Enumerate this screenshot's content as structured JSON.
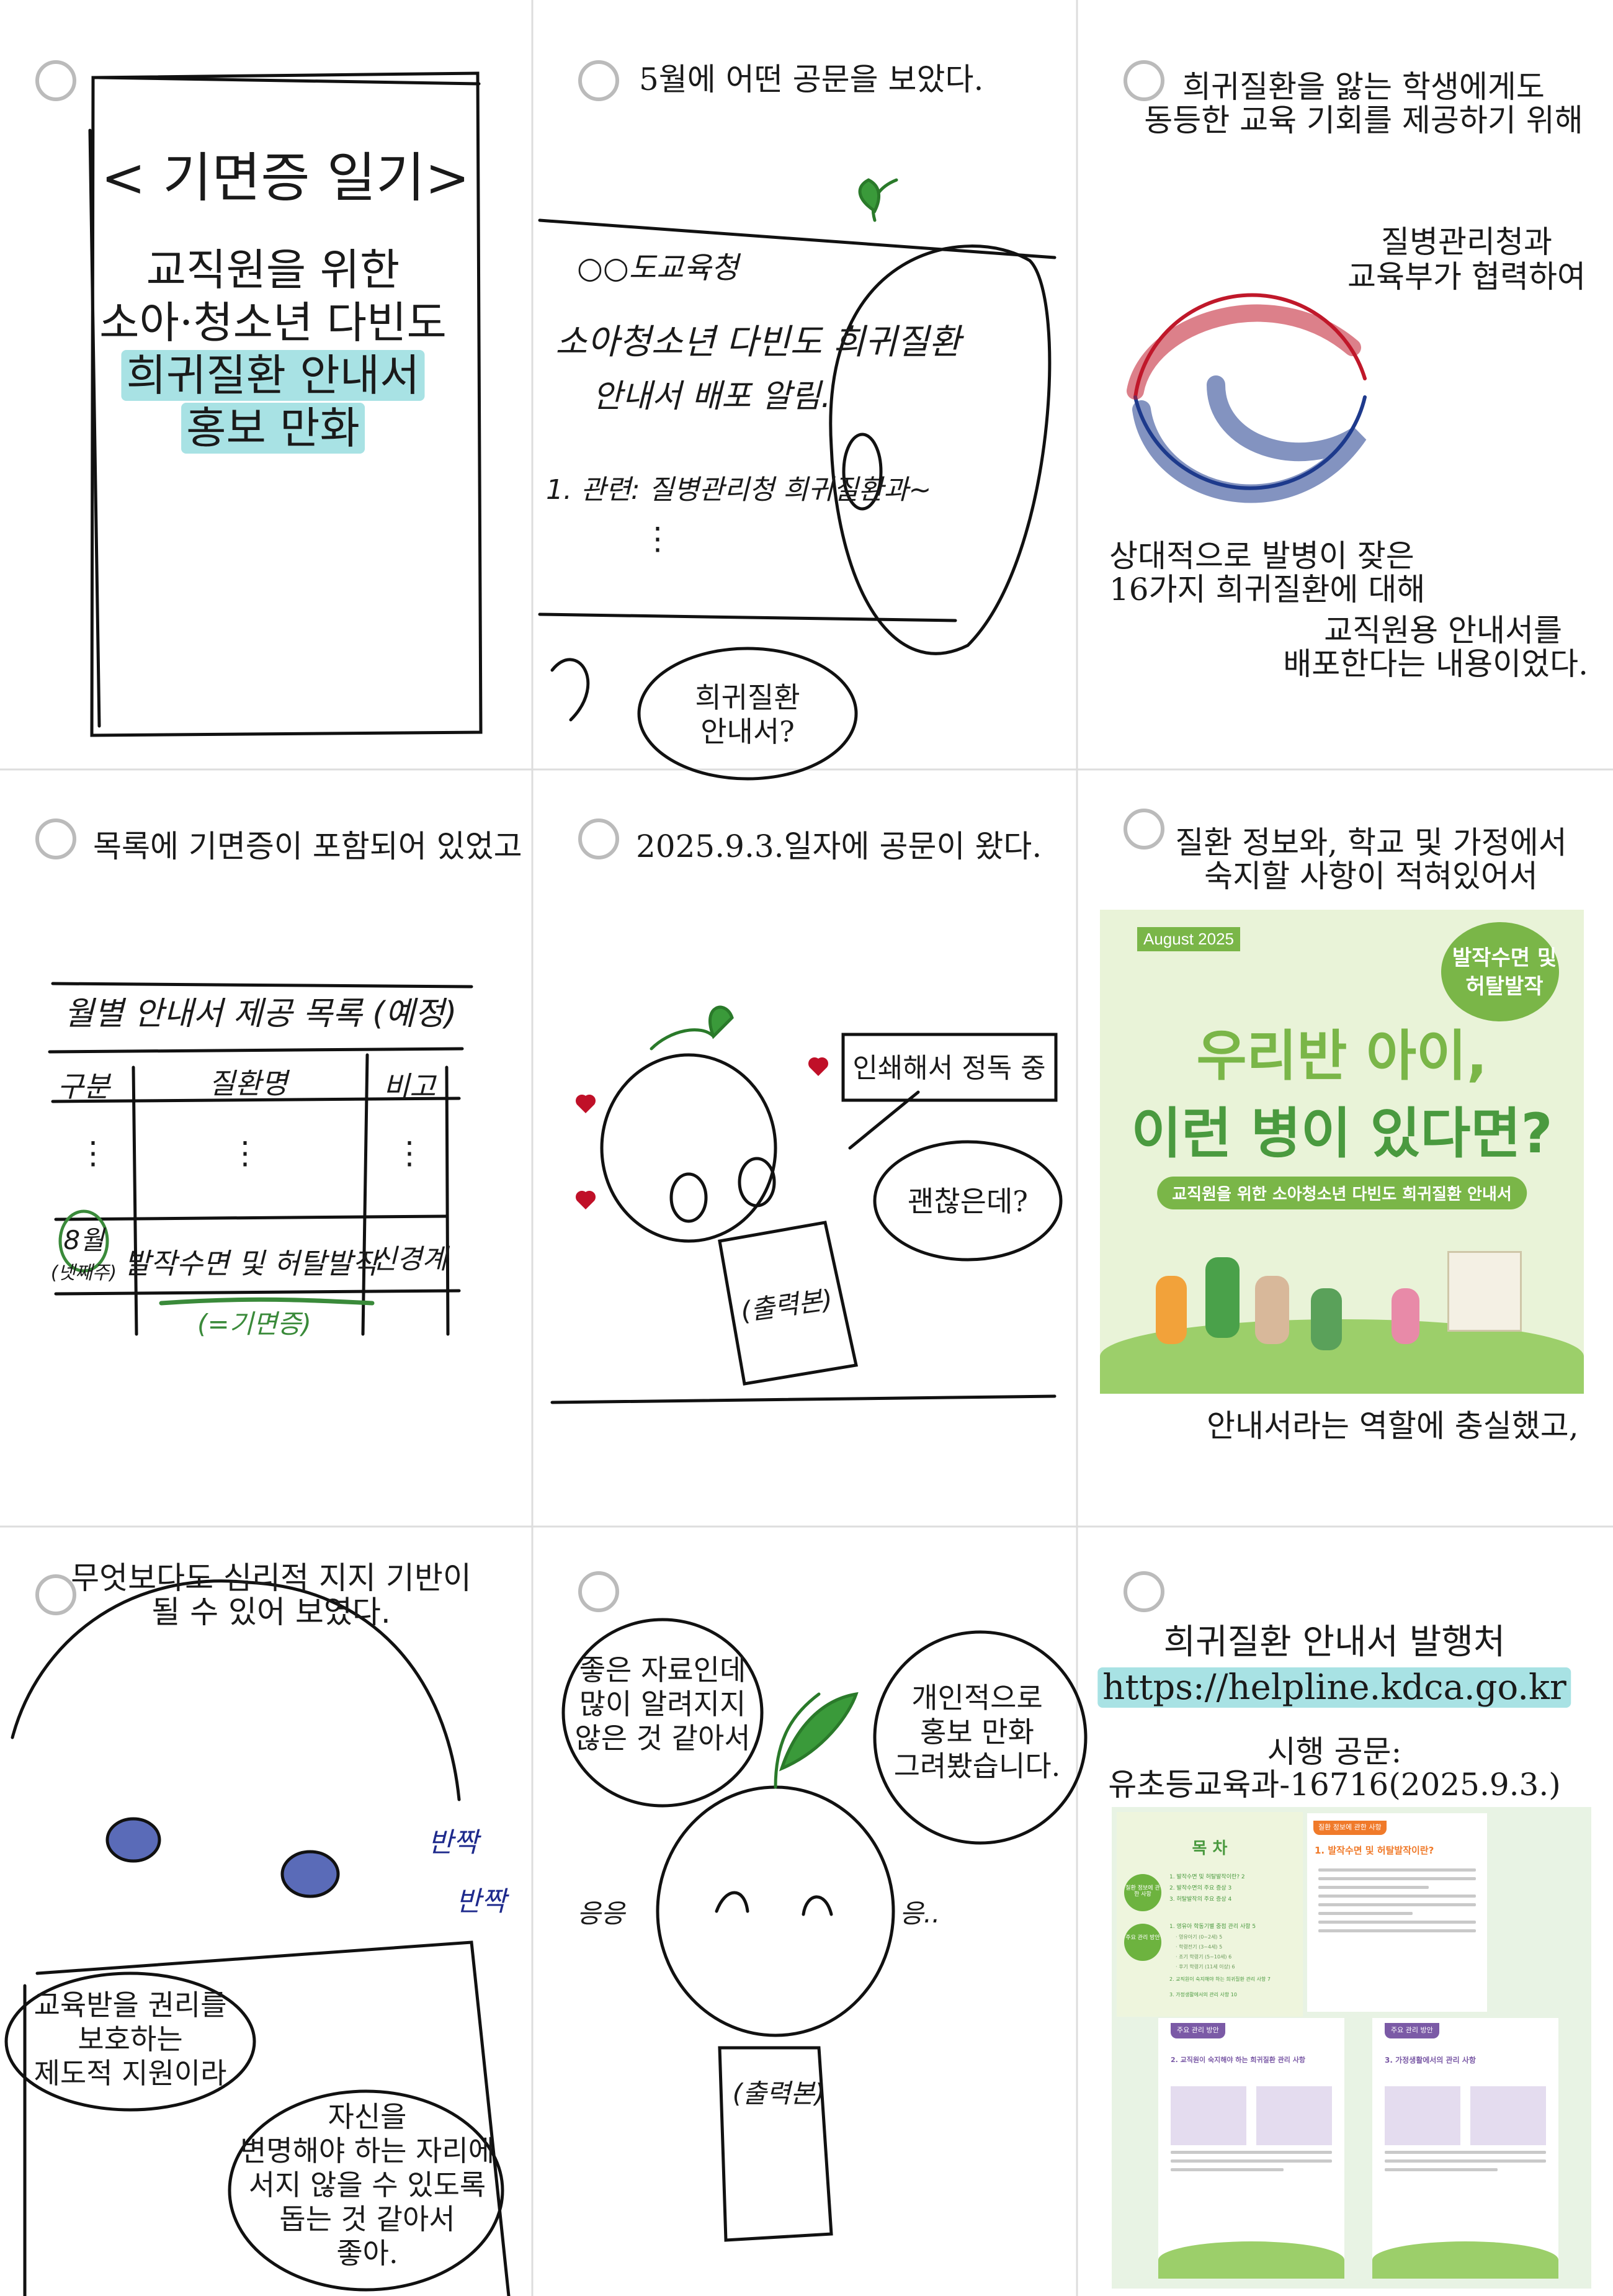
{
  "panel1": {
    "title": "< 기면증 일기>",
    "subtitle_lines": [
      "교직원을 위한",
      "소아·청소년 다빈도"
    ],
    "highlight_lines": [
      "희귀질환 안내서",
      "홍보 만화"
    ]
  },
  "panel2": {
    "caption": "5월에 어떤 공문을 보았다.",
    "screen": {
      "sender": "○○도교육청",
      "title_line1": "소아청소년 다빈도 희귀질환",
      "title_line2": "안내서 배포 알림.",
      "ref": "1. 관련: 질병관리청 희귀질환과~",
      "dots": "⋮"
    },
    "bubble": [
      "희귀질환",
      "안내서?"
    ]
  },
  "panel3": {
    "caption": [
      "희귀질환을 앓는 학생에게도",
      "동등한 교육 기회를 제공하기 위해"
    ],
    "collab": [
      "질병관리청과",
      "교육부가 협력하여"
    ],
    "text_left": [
      "상대적으로 발병이 잦은",
      "16가지 희귀질환에 대해"
    ],
    "text_right": [
      "교직원용 안내서를",
      "배포한다는 내용이었다."
    ]
  },
  "panel4": {
    "caption": "목록에 기면증이 포함되어 있었고",
    "table": {
      "title": "월별 안내서 제공 목록 (예정)",
      "headers": [
        "구분",
        "질환명",
        "비고"
      ],
      "dots": "⋮",
      "row": {
        "month": "8월",
        "week": "(넷째주)",
        "disease": "발작수면 및 허탈발작",
        "note": "신경계",
        "annotation": "(=기면증)"
      }
    }
  },
  "panel5": {
    "caption": "2025.9.3.일자에 공문이 왔다.",
    "box": "인쇄해서 정독 중",
    "bubble": "괜찮은데?",
    "paper": "(출력본)"
  },
  "panel6": {
    "caption": [
      "질환 정보와, 학교 및 가정에서",
      "숙지할 사항이 적혀있어서"
    ],
    "poster": {
      "date": "August 2025",
      "badge": [
        "발작수면 및",
        "허탈발작"
      ],
      "headline1": "우리반 아이,",
      "headline2": "이런 병이 있다면?",
      "tagline": "교직원을 위한 소아청소년 다빈도 희귀질환 안내서",
      "colors": {
        "bg": "#e9f3d8",
        "green": "#7ab648",
        "dark_green": "#4a9a3f"
      }
    },
    "bottom": "안내서라는 역할에 충실했고,"
  },
  "panel7": {
    "caption": [
      "무엇보다도 심리적 지지 기반이",
      "될 수 있어 보였다."
    ],
    "sparkle": [
      "반짝",
      "반짝"
    ],
    "bubble1": [
      "교육받을 권리를",
      "보호하는",
      "제도적 지원이라"
    ],
    "bubble2": [
      "자신을",
      "변명해야 하는 자리에",
      "서지 않을 수 있도록",
      "돕는 것 같아서",
      "좋아."
    ]
  },
  "panel8": {
    "bubble_left": [
      "좋은 자료인데",
      "많이 알려지지",
      "않은 것 같아서"
    ],
    "bubble_right": [
      "개인적으로",
      "홍보 만화",
      "그려봤습니다."
    ],
    "sound_left": "응응",
    "sound_right": "응..",
    "paper": "(출력본)"
  },
  "panel9": {
    "heading": "희귀질환 안내서 발행처",
    "url": "https://helpline.kdca.go.kr",
    "notice_label": "시행 공문:",
    "notice_id": "유초등교육과-16716(2025.9.3.)",
    "booklet": {
      "toc_title": "목 차",
      "toc_groups": [
        {
          "badge": "질환 정보에 관한 사항",
          "items": [
            "1. 발작수면 및 허탈발작이란? 2",
            "2. 발작수면의 주요 증상 3",
            "3. 허탈발작의 주요 증상 4"
          ]
        },
        {
          "badge": "주요 관리 방안",
          "items": [
            "1. 영유아 학동기별 중점 관리 사항 5",
            "· 영유아기 (0~2세) 5",
            "· 학령전기 (3~4세) 5",
            "· 조기 학령기 (5~10세) 6",
            "· 후기 학령기 (11세 이상) 6",
            "2. 교직원이 숙지해야 하는 희귀질환 관리 사항 7",
            "3. 가정생활에서의 관리 사항 10"
          ]
        }
      ],
      "page2_tab": "질환 정보에 관한 사항",
      "page2_title": "1. 발작수면 및 허탈발작이란?",
      "page3_tab": "주요 관리 방안",
      "page3_title": "2. 교직원이 숙지해야 하는 희귀질환 관리 사항",
      "page4_tab": "주요 관리 방안",
      "page4_title": "3. 가정생활에서의 관리 사항",
      "colors": {
        "orange": "#f07a2a",
        "purple": "#7b5aa6",
        "green": "#6db33f"
      }
    }
  }
}
